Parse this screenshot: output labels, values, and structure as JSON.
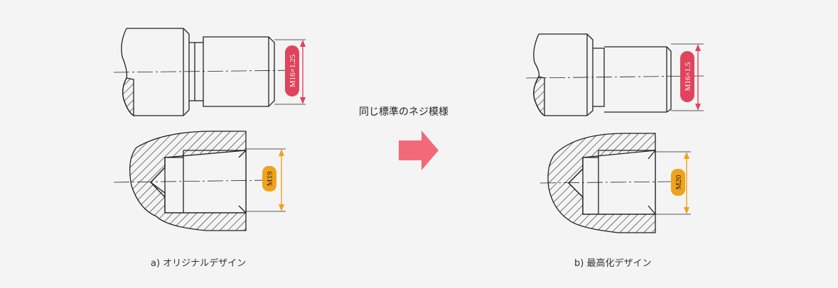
{
  "center": {
    "label": "同じ標準のネジ模様"
  },
  "original": {
    "caption": "a) オリジナルデザイン",
    "shaft_dim": "M16×1.25",
    "hole_dim": "M19"
  },
  "optimized": {
    "caption": "b) 最高化デザイン",
    "shaft_dim": "M16×1.5",
    "hole_dim": "M20"
  },
  "colors": {
    "shaft_dim": "#e0445c",
    "hole_dim": "#f0a21a",
    "arrow": "#f26a7a",
    "line": "#222222"
  }
}
